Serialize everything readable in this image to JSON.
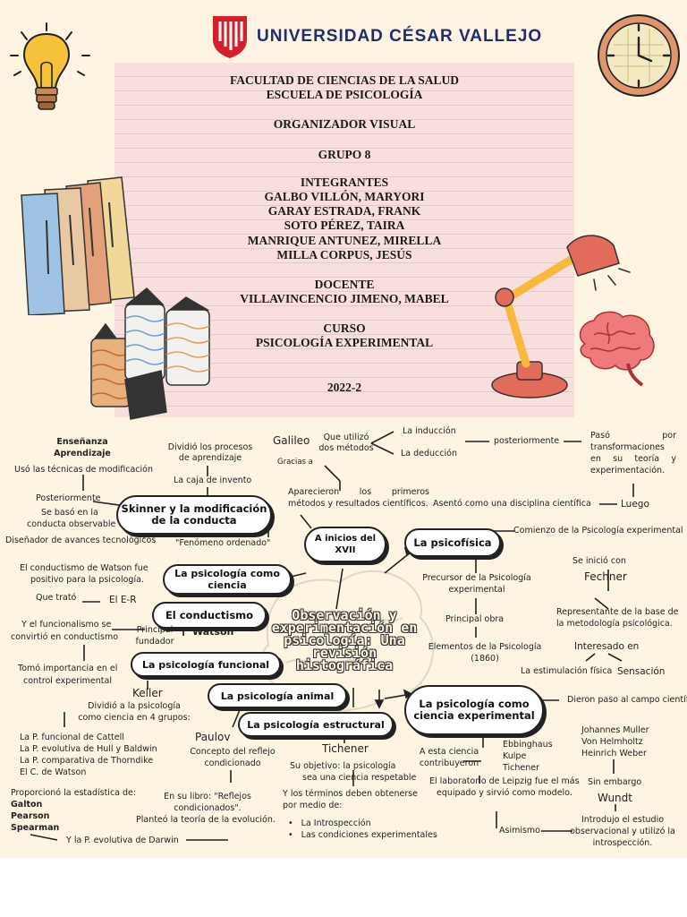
{
  "header": {
    "university": "UNIVERSIDAD CÉSAR VALLEJO"
  },
  "card": {
    "facultad": "FACULTAD DE CIENCIAS DE LA SALUD",
    "escuela": "ESCUELA DE PSICOLOGÍA",
    "tipo": "ORGANIZADOR VISUAL",
    "grupo": "GRUPO 8",
    "integrantes_label": "INTEGRANTES",
    "integrantes": [
      "GALBO VILLÓN, MARYORI",
      "GARAY ESTRADA, FRANK",
      "SOTO PÉREZ, TAIRA",
      "MANRIQUE ANTUNEZ, MIRELLA",
      "MILLA CORPUS, JESÚS"
    ],
    "docente_label": "DOCENTE",
    "docente": "VILLAVINCENCIO JIMENO, MABEL",
    "curso_label": "CURSO",
    "curso": "PSICOLOGÍA EXPERIMENTAL",
    "periodo": "2022-2"
  },
  "map": {
    "center_title": "Observación y experimentación en psicología: Una revisión histográfica",
    "nodes": {
      "skinner": "Skinner y la modificación de la conducta",
      "inicios": "A inicios del XVII",
      "psicofisica": "La psicofísica",
      "psico_ciencia": "La psicología como ciencia",
      "conductismo": "El conductismo",
      "funcional": "La psicología funcional",
      "animal": "La psicología animal",
      "estructural": "La psicología estructural",
      "experimental": "La psicología como ciencia experimental"
    },
    "texts": {
      "ensenanza": "Enseñanza",
      "aprendizaje": "Aprendizaje",
      "uso_tecnicas": "Usó las técnicas de modificación",
      "posteriormente": "Posteriormente",
      "se_baso": "Se basó en la",
      "conducta_obs": "conducta observable",
      "disenador": "Diseñador de avances tecnológicos",
      "dividio1": "Dividió los procesos",
      "dividio2": "de aprendizaje",
      "caja": "La caja de invento",
      "fenomeno": "\"Fenómeno ordenado\"",
      "galileo": "Galileo",
      "que_utilizo1": "Que utilizó",
      "que_utilizo2": "dos métodos",
      "induccion": "La inducción",
      "deduccion": "La deducción",
      "gracias": "Gracias a",
      "aparecieron1": "Aparecieron los primeros",
      "aparecieron2": "métodos y resultados científicos.",
      "asento": "Asentó como una",
      "disciplina": "disciplina científica",
      "posteriormente2": "posteriormente",
      "paso1": "Pasó por",
      "paso2": "transformaciones",
      "paso3": "en su teoría y",
      "paso4": "experimentación.",
      "luego": "Luego",
      "comienzo": "Comienzo de la Psicología experimental",
      "se_inicio": "Se inició con",
      "fechner": "Fechner",
      "precursor1": "Precursor de la Psicología",
      "precursor2": "experimental",
      "representante1": "Representante de la base de",
      "representante2": "la metodología psicológica.",
      "principal_obra": "Principal obra",
      "elementos1": "Elementos de la Psicología",
      "elementos2": "(1860)",
      "interesado": "Interesado en",
      "estimulacion": "La estimulación física",
      "sensacion": "Sensación",
      "conductismo_watson1": "El conductismo de Watson fue",
      "conductismo_watson2": "positivo para la psicología.",
      "que_trato": "Que trató",
      "el_er": "El E-R",
      "funcionalismo1": "Y el funcionalismo se",
      "funcionalismo2": "convirtió en conductismo",
      "principal1": "Principal",
      "principal2": "fundador",
      "watson": "Watson",
      "tomo1": "Tomó importancia en el",
      "tomo2": "control experimental",
      "keller": "Keller",
      "divido_ciencia1": "Dividió a la psicología",
      "divido_ciencia2": "como ciencia en 4 grupos:",
      "pf1": "La P. funcional de Cattell",
      "pf2": "La P. evolutiva de Hull y Baldwin",
      "pf3": "La P. comparativa de Thorndike",
      "pf4": "El C. de Watson",
      "pavlov": "Paulov",
      "concepto1": "Concepto del reflejo",
      "concepto2": "condicionado",
      "libro1": "En su libro: \"Reflejos",
      "libro2": "condicionados\".",
      "planteo": "Planteó la teoría de la evolución.",
      "proporciono": "Proporcionó la estadística de:",
      "galton": "Galton",
      "pearson": "Pearson",
      "spearman": "Spearman",
      "darwin": "Y la P. evolutiva de Darwin",
      "tichener": "Tichener",
      "objetivo1": "Su objetivo: la psicología",
      "objetivo2": "sea una ciencia respetable",
      "terminos1": "Y los términos deben obtenerse",
      "terminos2": "por medio de:",
      "bul1": "La Introspección",
      "bul2": "Las condiciones experimentales",
      "esta_ciencia1": "A esta ciencia",
      "esta_ciencia2": "contribuyeron",
      "ebb1": "Ebbinghaus",
      "ebb2": "Kulpe",
      "ebb3": "Tichener",
      "dieron": "Dieron paso al campo científico",
      "muller1": "Johannes Muller",
      "muller2": "Von Helmholtz",
      "muller3": "Heinrich Weber",
      "laboratorio1": "El laboratorio de Leipzig fue el más",
      "laboratorio2": "equipado y sirvió como modelo.",
      "sin_embargo": "Sin embargo",
      "wundt": "Wundt",
      "asimismo": "Asimismo",
      "introdujo1": "Introdujo el estudio",
      "introdujo2": "observacional y utilizó la",
      "introdujo3": "introspección."
    }
  },
  "colors": {
    "page_bg": "#fdf5e1",
    "card_bg": "#f9dede",
    "logo_red": "#d4202c",
    "logo_blue": "#1d2f6f"
  },
  "icons": [
    "lightbulb-icon",
    "clock-icon",
    "books-icon",
    "markers-icon",
    "desk-lamp-icon",
    "brain-icon",
    "university-shield-logo"
  ]
}
